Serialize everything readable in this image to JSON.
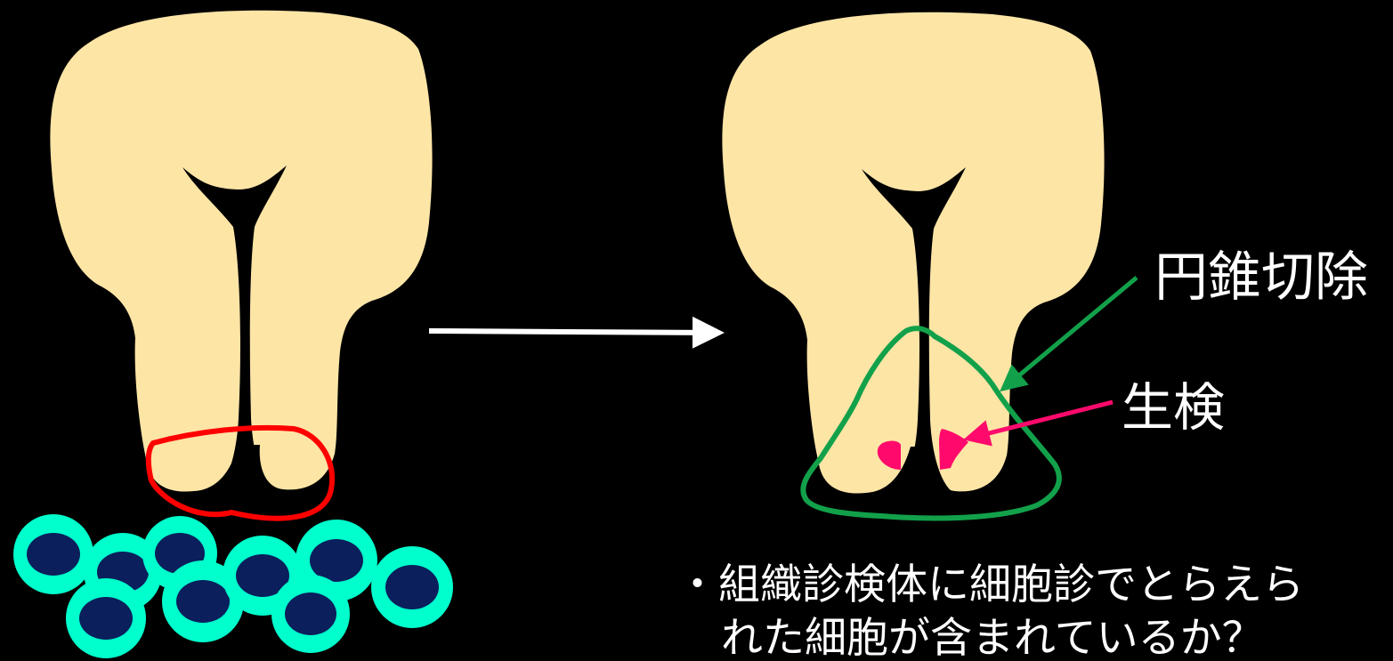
{
  "colors": {
    "background": "#000000",
    "tissue": "#fde5a6",
    "canal": "#000000",
    "cytology_outline": "#ff0000",
    "cell_rim": "#00ffcc",
    "cell_nucleus": "#0a1f5c",
    "arrow": "#ffffff",
    "conization_outline": "#12a14a",
    "biopsy": "#ff0a6c",
    "text": "#ffffff"
  },
  "labels": {
    "conization": "円錐切除",
    "biopsy": "生検",
    "question_line1": "・組織診検体に細胞診でとらえら",
    "question_line2": "れた細胞が含まれているか？"
  },
  "icons": {
    "process_arrow": "arrow-right-icon"
  }
}
